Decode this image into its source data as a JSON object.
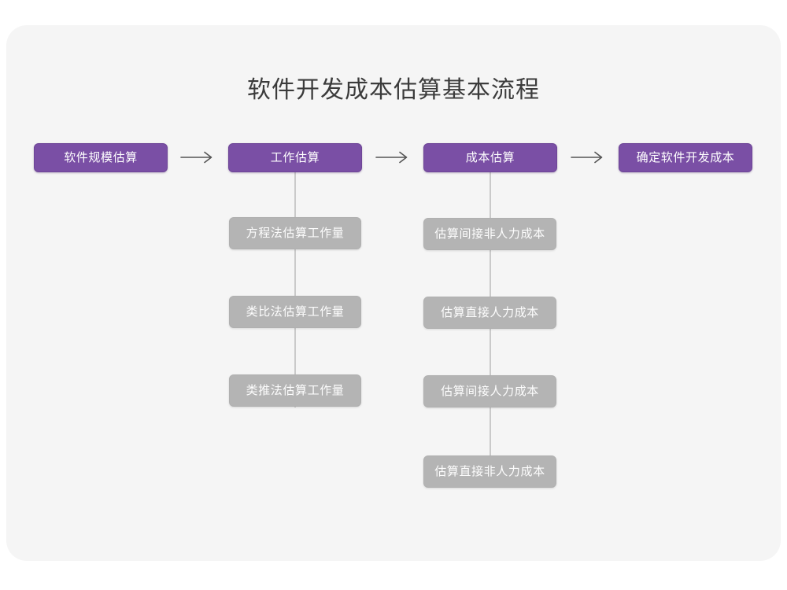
{
  "page": {
    "background": "#ffffff",
    "card_background": "#f5f5f5"
  },
  "title": "软件开发成本估算基本流程",
  "colors": {
    "primary": "#7a4fa5",
    "secondary": "#b4b4b4",
    "connector": "#cacaca",
    "arrow": "#555555",
    "title_text": "#3b3b3b",
    "node_text": "#ffffff"
  },
  "flow": {
    "main_steps": [
      {
        "label": "软件规模估算"
      },
      {
        "label": "工作估算"
      },
      {
        "label": "成本估算"
      },
      {
        "label": "确定软件开发成本"
      }
    ],
    "arrows": [
      {
        "glyph": "arrow-right-icon"
      },
      {
        "glyph": "arrow-right-icon"
      },
      {
        "glyph": "arrow-right-icon"
      }
    ],
    "branches": [
      {
        "parent": "工作估算",
        "items": [
          {
            "label": "方程法估算工作量"
          },
          {
            "label": "类比法估算工作量"
          },
          {
            "label": "类推法估算工作量"
          }
        ]
      },
      {
        "parent": "成本估算",
        "items": [
          {
            "label": "估算间接非人力成本"
          },
          {
            "label": "估算直接人力成本"
          },
          {
            "label": "估算间接人力成本"
          },
          {
            "label": "估算直接非人力成本"
          }
        ]
      }
    ]
  }
}
